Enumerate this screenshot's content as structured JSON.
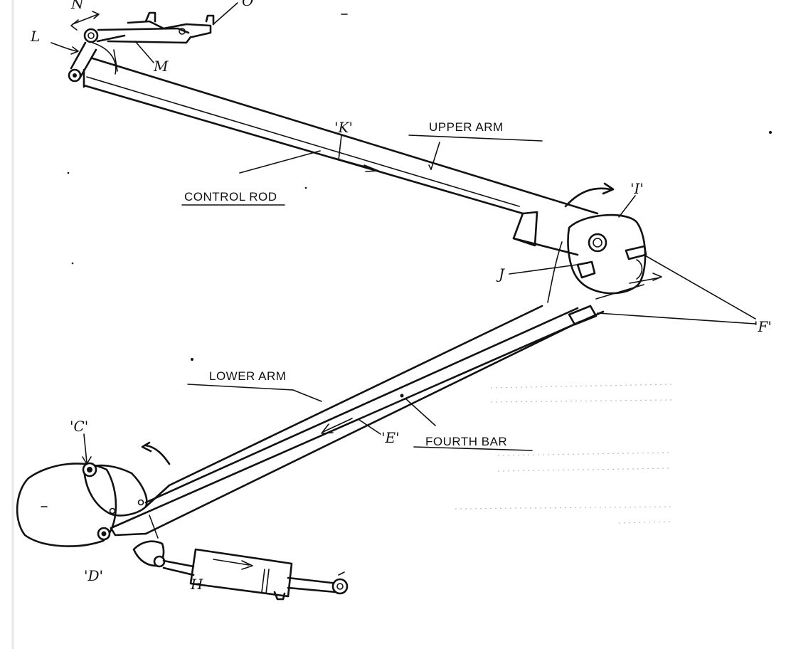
{
  "labels": {
    "upper_arm": "UPPER ARM",
    "control_rod": "CONTROL ROD",
    "lower_arm": "LOWER ARM",
    "fourth_bar": "FOURTH BAR",
    "c": "'C'",
    "d": "'D'",
    "e": "'E'",
    "f": "'F'",
    "h": "H",
    "i": "'I'",
    "j": "J",
    "k": "'K'",
    "l": "L",
    "m": "M",
    "n": "N",
    "o": "O"
  }
}
